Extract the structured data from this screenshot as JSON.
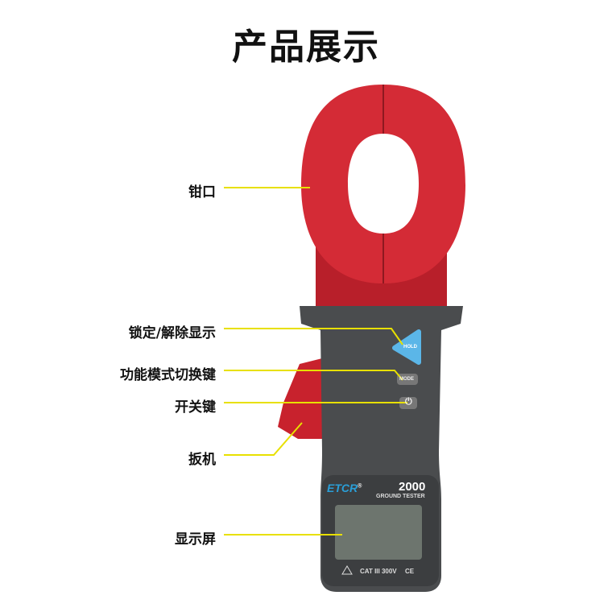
{
  "title": "产品展示",
  "labels": {
    "jaw": "钳口",
    "hold": "锁定/解除显示",
    "mode": "功能模式切换键",
    "power": "开关键",
    "trigger": "扳机",
    "display": "显示屏"
  },
  "device": {
    "brand": "ETCR",
    "reg": "®",
    "model": "2000",
    "subtitle": "GROUND TESTER",
    "hold_btn": "HOLD",
    "mode_btn": "MODE",
    "rating": "CAT III 300V",
    "ce": "CE"
  },
  "colors": {
    "clamp": "#d42b36",
    "body": "#4a4c4e",
    "leader": "#e8e000",
    "hold": "#5bb6e8",
    "brand": "#2a9fd8"
  }
}
